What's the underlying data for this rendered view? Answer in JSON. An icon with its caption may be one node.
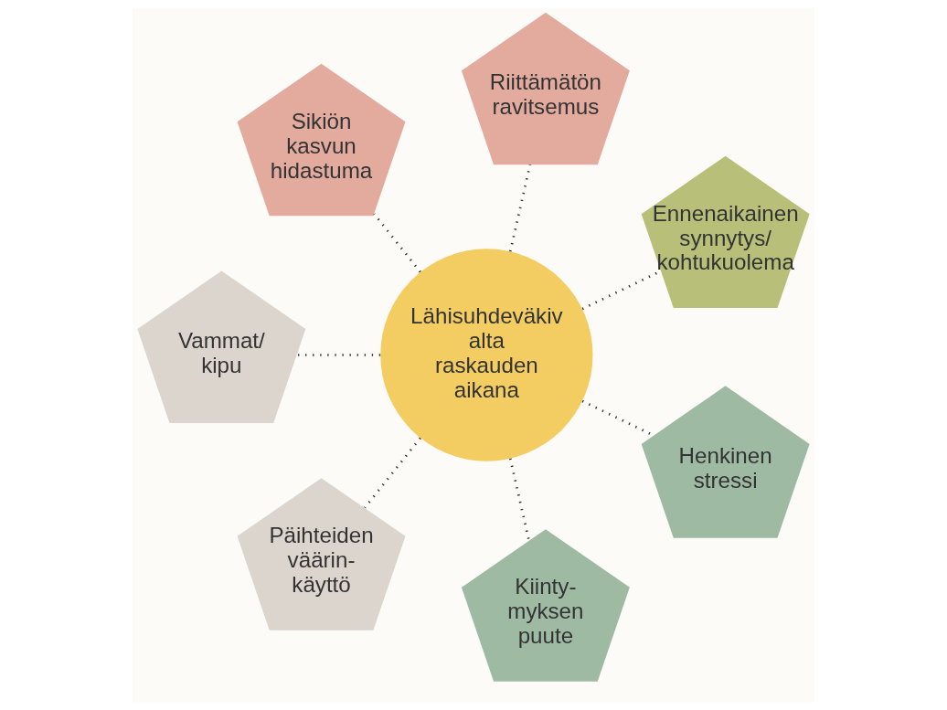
{
  "diagram": {
    "nodes": [
      {
        "text": [
          "Ennenaikainen synnytys/ kohtukuolema"
        ]
      },
      {
        "text": [
          "Riittämätön ravitsemus"
        ]
      },
      {
        "text": [
          "Sikiön kasvun hidastuma"
        ]
      },
      {
        "text": [
          "Vammat/ kipu"
        ]
      },
      {
        "text": [
          "Päihteiden väärin- käyttö"
        ]
      },
      {
        "text": [
          "Lähisuhdeväkiv alta raskauden aikana"
        ]
      },
      {
        "text": [
          "Kiinty- myksen puute"
        ]
      },
      {
        "text": [
          "Henkinen stressi"
        ]
      }
    ],
    "edges": [
      {
        "from": 5,
        "to": 0,
        "arrow": "none",
        "style": "dashed"
      },
      {
        "from": 5,
        "to": 1,
        "arrow": "none",
        "style": "dashed"
      },
      {
        "from": 5,
        "to": 2,
        "arrow": "none",
        "style": "dashed"
      },
      {
        "from": 5,
        "to": 3,
        "arrow": "none",
        "style": "dashed"
      },
      {
        "from": 5,
        "to": 4,
        "arrow": "none",
        "style": "dashed"
      },
      {
        "from": 5,
        "to": 6,
        "arrow": "none",
        "style": "dashed"
      },
      {
        "from": 5,
        "to": 7,
        "arrow": "none",
        "style": "dashed"
      }
    ]
  }
}
